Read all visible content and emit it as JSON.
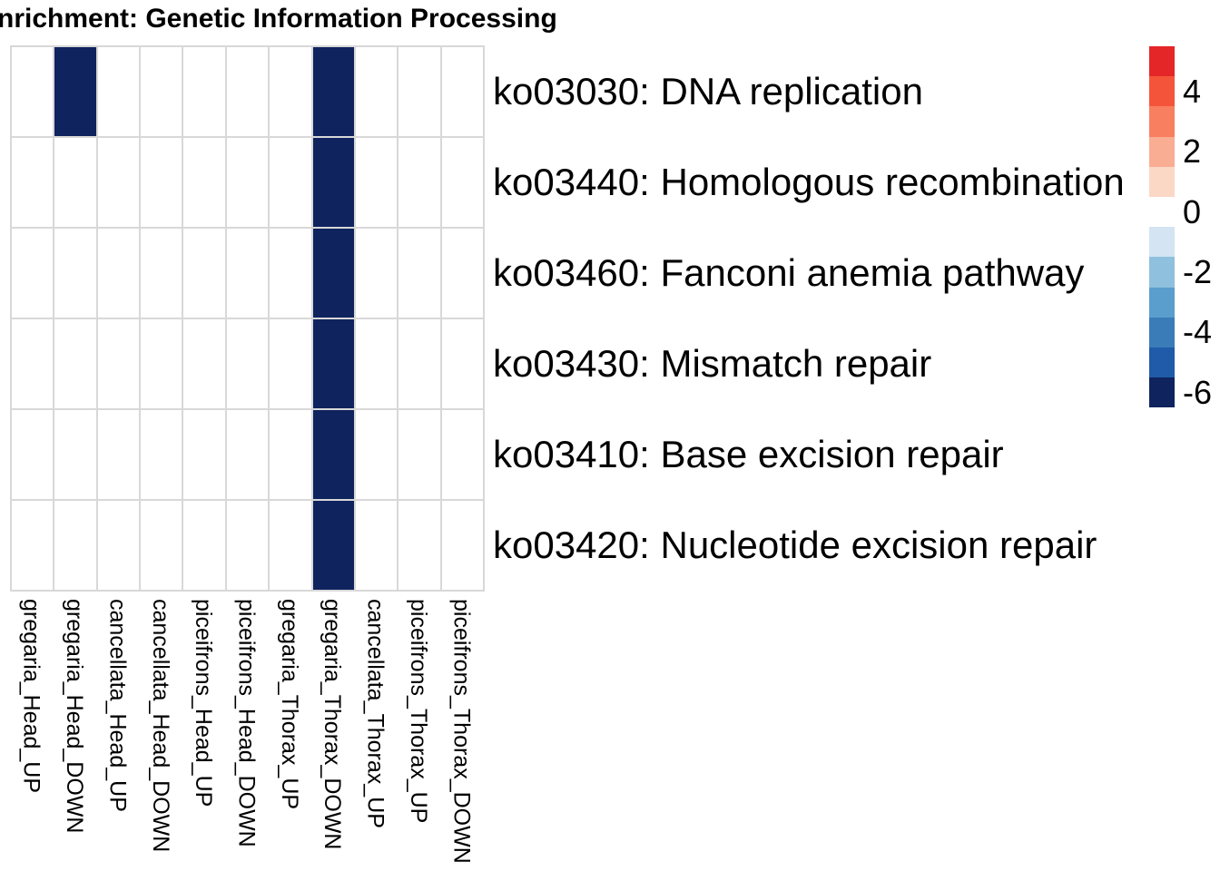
{
  "title": "nrichment: Genetic Information Processing",
  "colors": {
    "filled_cell": "#0f235e",
    "gridline": "#d8d8d8",
    "background": "#ffffff",
    "text": "#000000"
  },
  "chart_data": {
    "type": "heatmap",
    "title": "nrichment: Genetic Information Processing",
    "columns": [
      "gregaria_Head_UP",
      "gregaria_Head_DOWN",
      "cancellata_Head_UP",
      "cancellata_Head_DOWN",
      "piceifrons_Head_UP",
      "piceifrons_Head_DOWN",
      "gregaria_Thorax_UP",
      "gregaria_Thorax_DOWN",
      "cancellata_Thorax_UP",
      "piceifrons_Thorax_UP",
      "piceifrons_Thorax_DOWN"
    ],
    "rows": [
      "ko03030: DNA replication",
      "ko03440: Homologous recombination",
      "ko03460: Fanconi anemia pathway",
      "ko03430: Mismatch repair",
      "ko03410: Base excision repair",
      "ko03420: Nucleotide excision repair"
    ],
    "values": [
      [
        null,
        -6,
        null,
        null,
        null,
        null,
        null,
        -6,
        null,
        null,
        null
      ],
      [
        null,
        null,
        null,
        null,
        null,
        null,
        null,
        -6,
        null,
        null,
        null
      ],
      [
        null,
        null,
        null,
        null,
        null,
        null,
        null,
        -6,
        null,
        null,
        null
      ],
      [
        null,
        null,
        null,
        null,
        null,
        null,
        null,
        -6,
        null,
        null,
        null
      ],
      [
        null,
        null,
        null,
        null,
        null,
        null,
        null,
        -6,
        null,
        null,
        null
      ],
      [
        null,
        null,
        null,
        null,
        null,
        null,
        null,
        -6,
        null,
        null,
        null
      ]
    ],
    "grid": true,
    "legend_position": "right",
    "colorbar": {
      "tick_labels": [
        "4",
        "2",
        "0",
        "-2",
        "-4",
        "-6"
      ],
      "block_values": [
        5,
        4,
        3,
        2,
        1,
        0,
        -1,
        -2,
        -3,
        -4,
        -5,
        -6
      ],
      "block_colors": [
        "#e52629",
        "#f4553a",
        "#f87f60",
        "#f9ad92",
        "#fbd8c6",
        "#ffffff",
        "#d4e4f3",
        "#8fc0dd",
        "#5a9ecd",
        "#3a7cb8",
        "#1f5ba8",
        "#0f235e"
      ]
    }
  }
}
